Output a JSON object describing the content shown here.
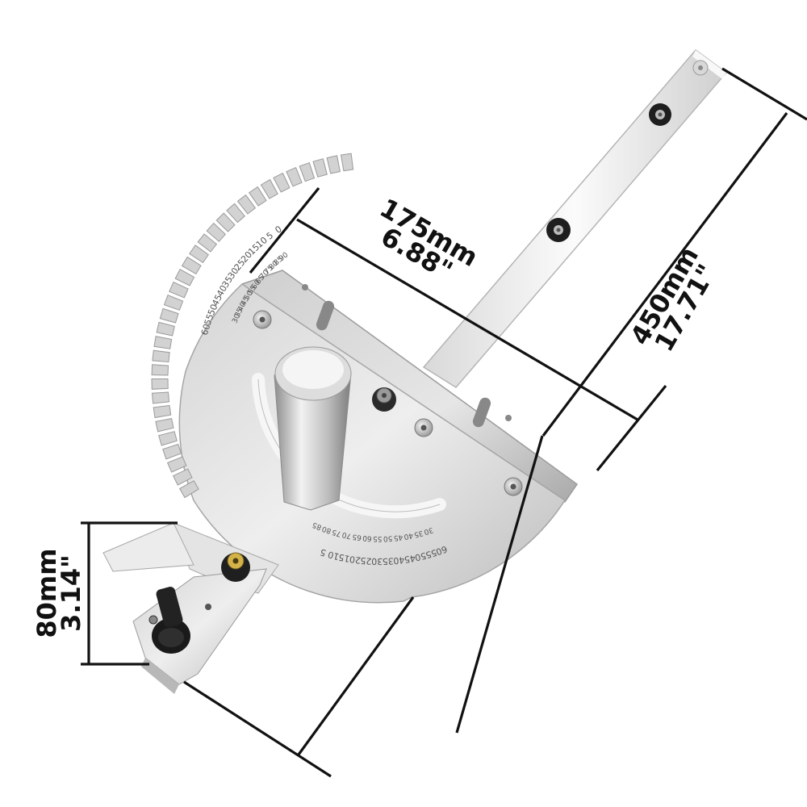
{
  "dimensions": {
    "width": {
      "mm": "175mm",
      "inch": "6.88\""
    },
    "length": {
      "mm": "450mm",
      "inch": "17.71\""
    },
    "height": {
      "mm": "80mm",
      "inch": "3.14\""
    }
  },
  "protractor_scale": {
    "outer_left": [
      "60",
      "55",
      "50",
      "45",
      "40",
      "35",
      "30",
      "25",
      "20",
      "15",
      "10",
      "5",
      "0"
    ],
    "inner_left": [
      "30",
      "35",
      "40",
      "45",
      "50",
      "55",
      "60",
      "65",
      "70",
      "75",
      "80",
      "85",
      "90"
    ],
    "outer_bottom": [
      "5",
      "10",
      "15",
      "20",
      "25",
      "30",
      "35",
      "40",
      "45",
      "50",
      "55",
      "60"
    ],
    "inner_bottom": [
      "85",
      "80",
      "75",
      "70",
      "65",
      "60",
      "55",
      "50",
      "45",
      "40",
      "35",
      "30"
    ]
  },
  "colors": {
    "dimension_line": "#111111",
    "metal_light": "#e8e8e8",
    "metal_mid": "#c9c9c9",
    "metal_dark": "#9a9a9a",
    "knob": "#1a1a1a"
  },
  "icons": {
    "handle": "cylinder-handle",
    "lock_knob": "wing-knob-icon",
    "screws": "screw-icon",
    "bar_holes": "washer-hole-icon"
  }
}
